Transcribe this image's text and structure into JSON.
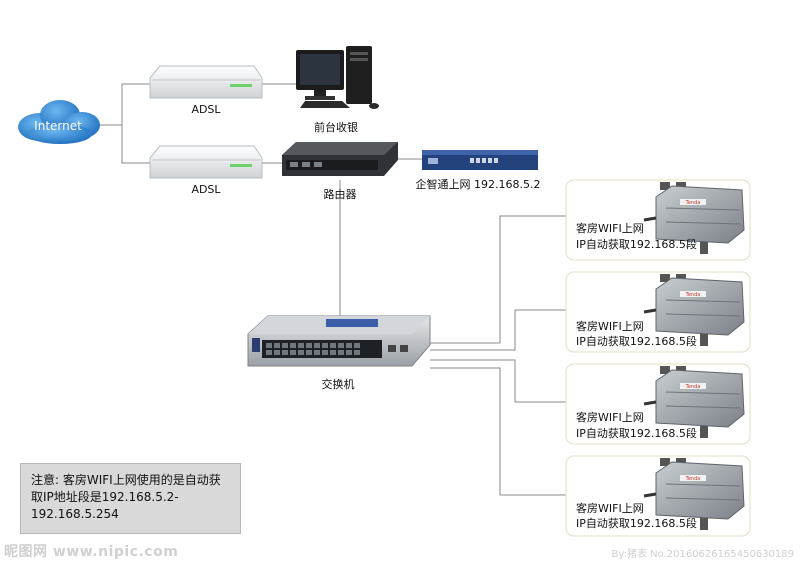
{
  "cloud": {
    "label": "Internet"
  },
  "modems": [
    {
      "label": "ADSL"
    },
    {
      "label": "ADSL"
    }
  ],
  "pc": {
    "label": "前台收银"
  },
  "router": {
    "label": "路由器"
  },
  "gateway": {
    "label": "企智通上网 192.168.5.2"
  },
  "switch": {
    "label": "交换机"
  },
  "access_points": [
    {
      "line1": "客房WIFI上网",
      "line2": "IP自动获取192.168.5段",
      "tag": "Tenda"
    },
    {
      "line1": "客房WIFI上网",
      "line2": "IP自动获取192.168.5段",
      "tag": "Tenda"
    },
    {
      "line1": "客房WIFI上网",
      "line2": "IP自动获取192.168.5段",
      "tag": "Tenda"
    },
    {
      "line1": "客房WIFI上网",
      "line2": "IP自动获取192.168.5段",
      "tag": "Tenda"
    }
  ],
  "note": {
    "text": "注意: 客房WIFI上网使用的是自动获取IP地址段是192.168.5.2-192.168.5.254"
  },
  "watermarks": {
    "left": "昵图网 www.nipic.com",
    "right": "By:猪表 No.20160626165450630189"
  },
  "colors": {
    "cloud": "#2e86d1",
    "line": "#8a8a8a",
    "card_border": "#e3dcc4",
    "note_bg": "#d9d9d9"
  }
}
